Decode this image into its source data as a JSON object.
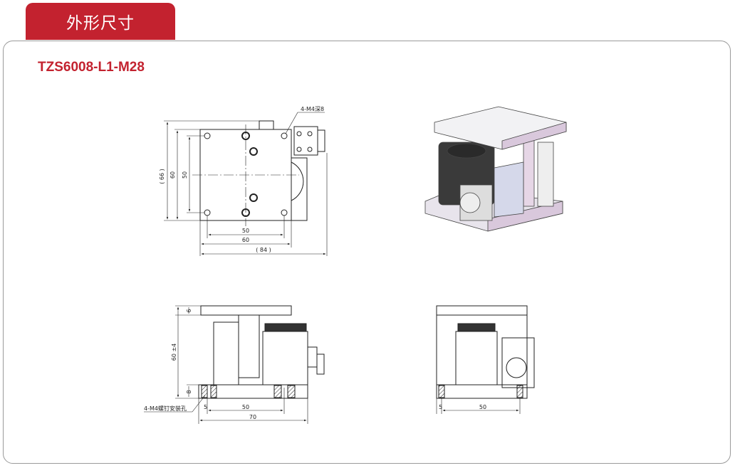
{
  "header": {
    "tab_title": "外形尺寸"
  },
  "product": {
    "model": "TZS6008-L1-M28"
  },
  "top_view": {
    "callout": "4-M4深8",
    "dim_66": "( 66 )",
    "dim_60_v": "60",
    "dim_50_v": "50",
    "dim_50_h": "50",
    "dim_60_h": "60",
    "dim_84": "( 84 )"
  },
  "side_view": {
    "dim_6": "6",
    "dim_60": "60 ±4",
    "dim_8": "8",
    "callout": "4-M4螺钉安装孔",
    "dim_5": "5",
    "dim_50": "50",
    "dim_70": "70"
  },
  "front_view": {
    "dim_5": "5",
    "dim_50": "50"
  },
  "colors": {
    "brand": "#c3222f",
    "panel_border": "#9a9a9a"
  }
}
